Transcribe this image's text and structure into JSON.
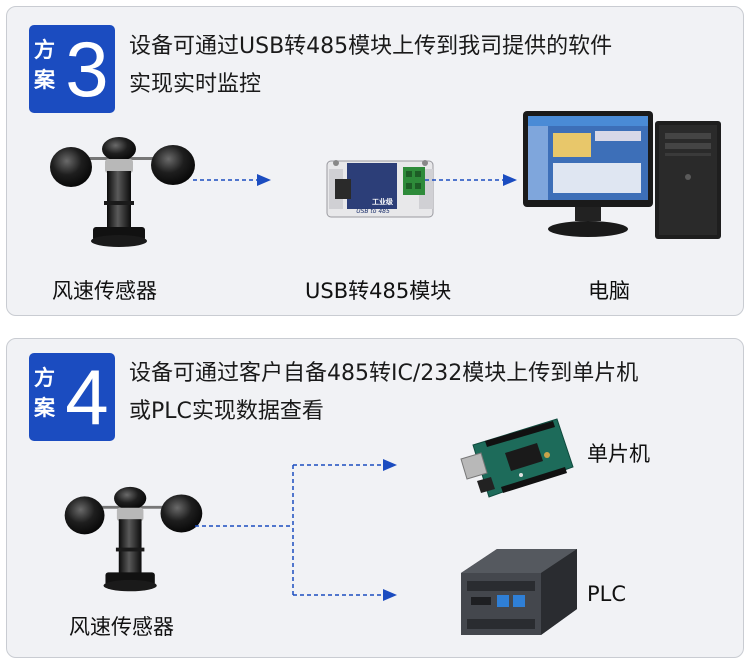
{
  "scheme3": {
    "badge_word_1": "方",
    "badge_word_2": "案",
    "badge_number": "3",
    "desc_line_1": "设备可通过USB转485模块上传到我司提供的软件",
    "desc_line_2": "实现实时监控",
    "devices": {
      "sensor": "风速传感器",
      "converter": "USB转485模块",
      "computer": "电脑"
    },
    "converter_print": {
      "title": "工业级",
      "subtitle": "USB to 485"
    }
  },
  "scheme4": {
    "badge_word_1": "方",
    "badge_word_2": "案",
    "badge_number": "4",
    "desc_line_1": "设备可通过客户自备485转IC/232模块上传到单片机",
    "desc_line_2": "或PLC实现数据查看",
    "devices": {
      "sensor": "风速传感器",
      "mcu": "单片机",
      "plc": "PLC"
    }
  },
  "colors": {
    "badge": "#1b4cc0",
    "arrow": "#1b4cc0",
    "panel_bg": "#f1f2f5",
    "panel_border": "#c9ccd2"
  }
}
